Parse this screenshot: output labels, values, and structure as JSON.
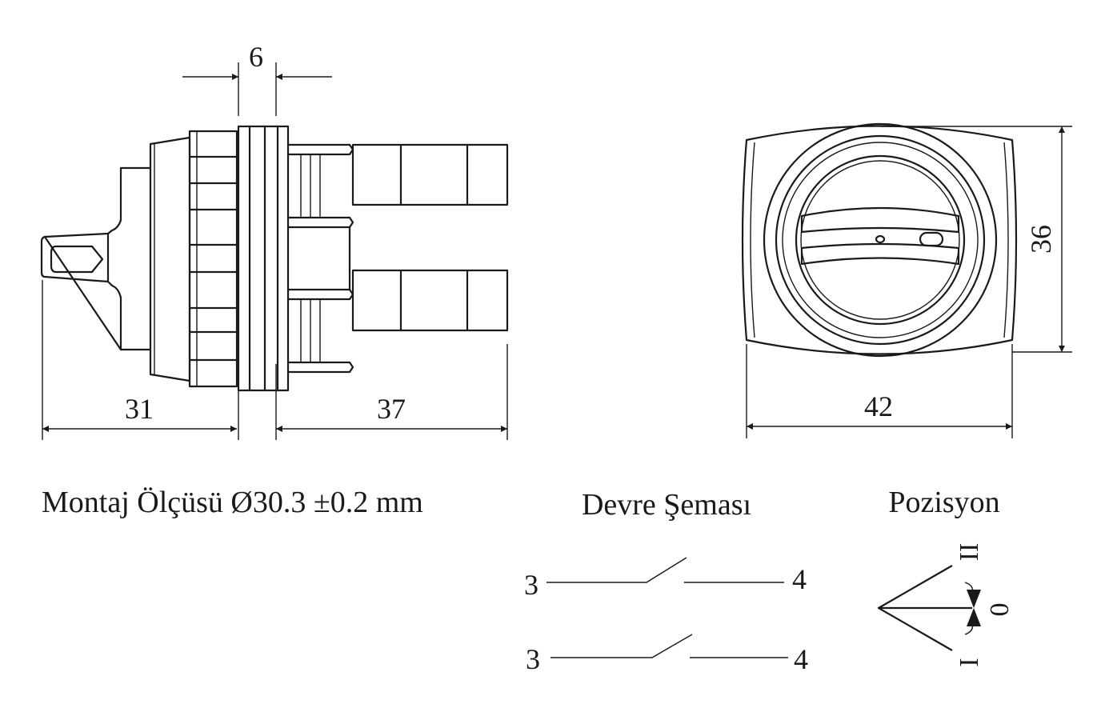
{
  "dimensions": {
    "panel_thickness": "6",
    "front_length": "31",
    "rear_length": "37",
    "width": "42",
    "height": "36"
  },
  "labels": {
    "mounting": "Montaj Ölçüsü Ø30.3 ±0.2 mm",
    "circuit": "Devre Şeması",
    "position": "Pozisyon"
  },
  "circuit": {
    "contacts": [
      {
        "in": "3",
        "out": "4"
      },
      {
        "in": "3",
        "out": "4"
      }
    ]
  },
  "positions": {
    "left": "II",
    "center": "0",
    "right": "I"
  },
  "colors": {
    "line": "#1a1a1a",
    "background": "#ffffff"
  }
}
